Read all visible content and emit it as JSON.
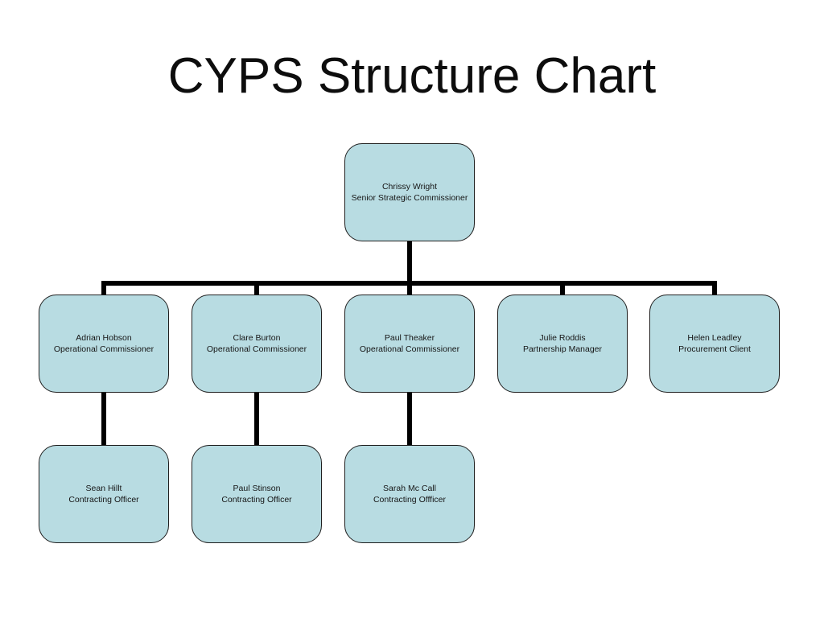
{
  "title": "CYPS Structure Chart",
  "colors": {
    "background": "#ffffff",
    "box_fill": "#b8dce2",
    "box_border": "#1f1f1f",
    "connector": "#000000",
    "text": "#161616"
  },
  "org": {
    "root": {
      "name": "Chrissy Wright",
      "role": "Senior Strategic Commissioner"
    },
    "level2": [
      {
        "name": "Adrian Hobson",
        "role": "Operational Commissioner"
      },
      {
        "name": "Clare Burton",
        "role": "Operational Commissioner"
      },
      {
        "name": "Paul Theaker",
        "role": "Operational Commissioner"
      },
      {
        "name": "Julie Roddis",
        "role": "Partnership Manager"
      },
      {
        "name": "Helen Leadley",
        "role": "Procurement Client"
      }
    ],
    "level3": [
      {
        "name": "Sean Hillt",
        "role": "Contracting Officer"
      },
      {
        "name": "Paul Stinson",
        "role": "Contracting Officer"
      },
      {
        "name": "Sarah Mc Call",
        "role": "Contracting Offficer"
      }
    ]
  }
}
